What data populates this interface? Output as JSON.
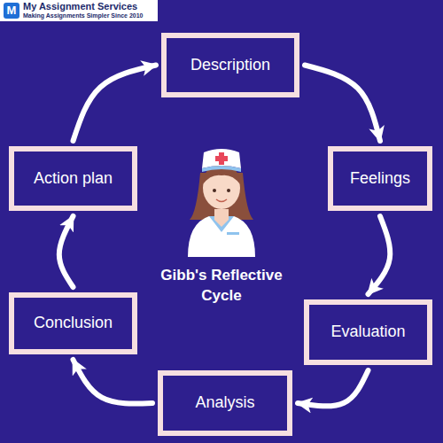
{
  "diagram": {
    "title": "Gibb's Reflective Cycle",
    "nodes": [
      {
        "text": [
          "Description"
        ]
      },
      {
        "text": [
          "Feelings"
        ]
      },
      {
        "text": [
          "Evaluation"
        ]
      },
      {
        "text": [
          "Analysis"
        ]
      },
      {
        "text": [
          "Conclusion"
        ]
      },
      {
        "text": [
          "Action plan"
        ]
      }
    ],
    "edges": [
      {
        "from": 0,
        "to": 1,
        "arrow": "to"
      },
      {
        "from": 1,
        "to": 2,
        "arrow": "to"
      },
      {
        "from": 2,
        "to": 3,
        "arrow": "to"
      },
      {
        "from": 3,
        "to": 4,
        "arrow": "to"
      },
      {
        "from": 4,
        "to": 5,
        "arrow": "to"
      },
      {
        "from": 5,
        "to": 0,
        "arrow": "to"
      }
    ],
    "labels": [
      "M",
      "My Assignment Services",
      "Making Assignments Simpler Since 2010"
    ]
  }
}
